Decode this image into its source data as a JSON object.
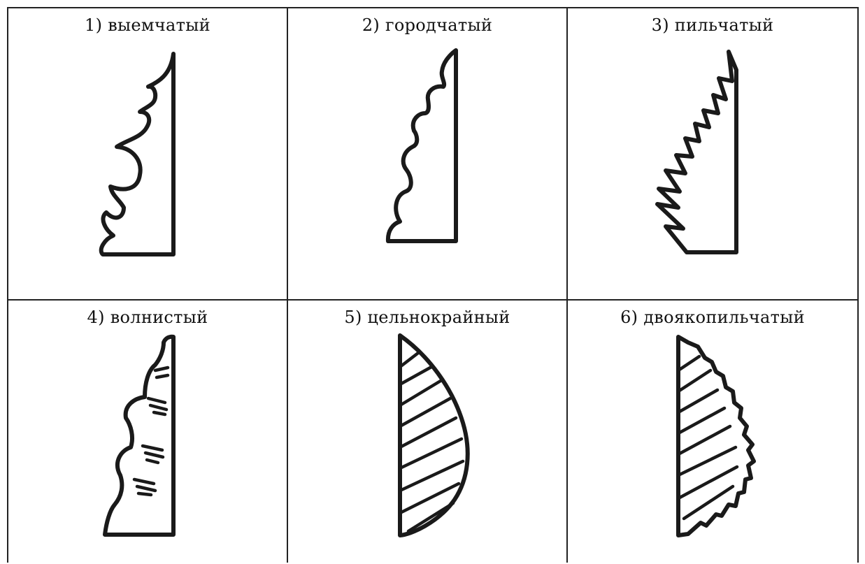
{
  "cells": [
    {
      "label": "1) выемчатый",
      "shape_icon": "crenate-concave-leaf-edge-icon"
    },
    {
      "label": "2) городчатый",
      "shape_icon": "crenate-leaf-edge-icon"
    },
    {
      "label": "3) пильчатый",
      "shape_icon": "serrate-leaf-edge-icon"
    },
    {
      "label": "4) волнистый",
      "shape_icon": "undulate-leaf-edge-icon"
    },
    {
      "label": "5) цельнокрайный",
      "shape_icon": "entire-leaf-edge-icon"
    },
    {
      "label": "6) двоякопильчатый",
      "shape_icon": "doubly-serrate-leaf-edge-icon"
    }
  ]
}
